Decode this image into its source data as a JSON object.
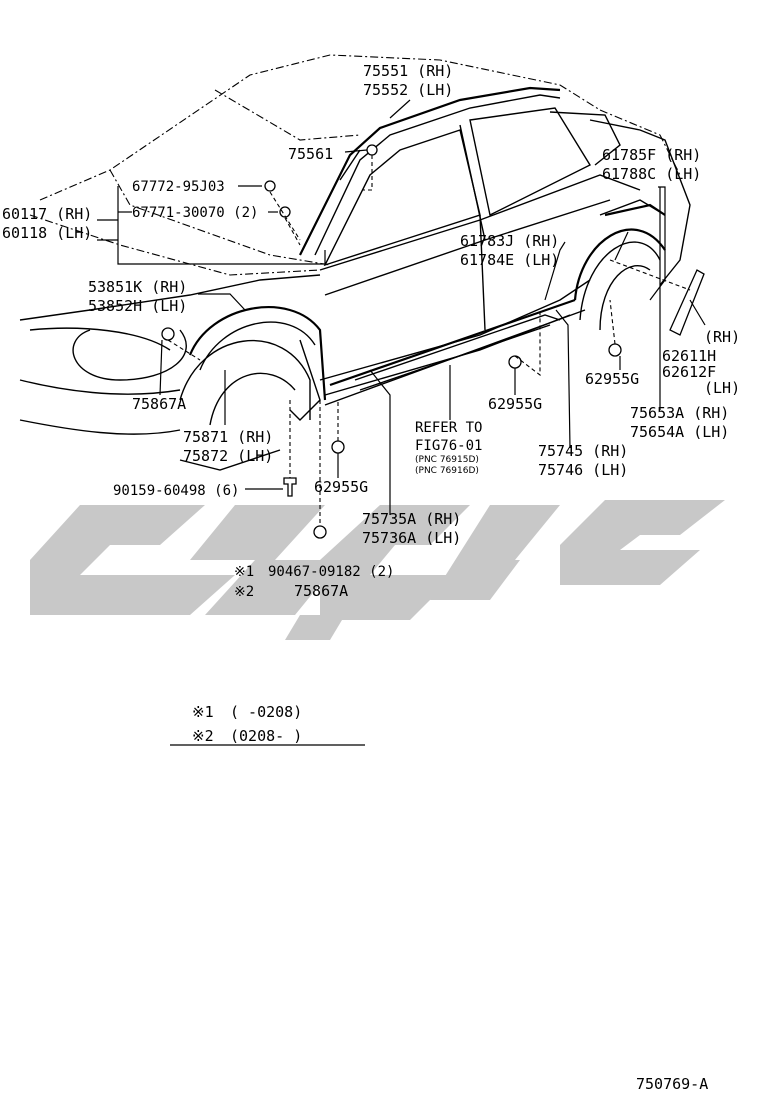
{
  "labels": {
    "p75551": "75551 (RH)",
    "p75552": "75552 (LH)",
    "p75561": "75561",
    "p61785f": "61785F (RH)",
    "p61788c": "61788C (LH)",
    "p67772": "67772-95J03",
    "p67771": "67771-30070 (2)",
    "p60117": "60117 (RH)",
    "p60118": "60118 (LH)",
    "p61783j": "61783J (RH)",
    "p61784e": "61784E (LH)",
    "p53851k": "53851K (RH)",
    "p53852h": "53852H (LH)",
    "rh_small": "(RH)",
    "p62611h": "62611H",
    "p62612f": "62612F",
    "lh_small": "(LH)",
    "p62955g_right": "62955G",
    "p75867a_left": "75867A",
    "p62955g_mid": "62955G",
    "p75653a": "75653A (RH)",
    "p75654a": "75654A (LH)",
    "p75871": "75871 (RH)",
    "p75872": "75872 (LH)",
    "refer_to": "REFER TO",
    "fig": "FIG76-01",
    "pnc1": "(PNC 76915D)",
    "pnc2": "(PNC 76916D)",
    "p75745": "75745 (RH)",
    "p75746": "75746 (LH)",
    "p90159": "90159-60498 (6)",
    "p62955g_low": "62955G",
    "p75735a": "75735A (RH)",
    "p75736a": "75736A (LH)",
    "note1_mark": "※1",
    "p90467": "90467-09182 (2)",
    "note2_mark": "※2",
    "p75867a_low": "75867A",
    "legend1_mark": "※1",
    "legend1_range": "(      -0208)",
    "legend2_mark": "※2",
    "legend2_range": "(0208-      )",
    "figure_no": "750769-A"
  }
}
